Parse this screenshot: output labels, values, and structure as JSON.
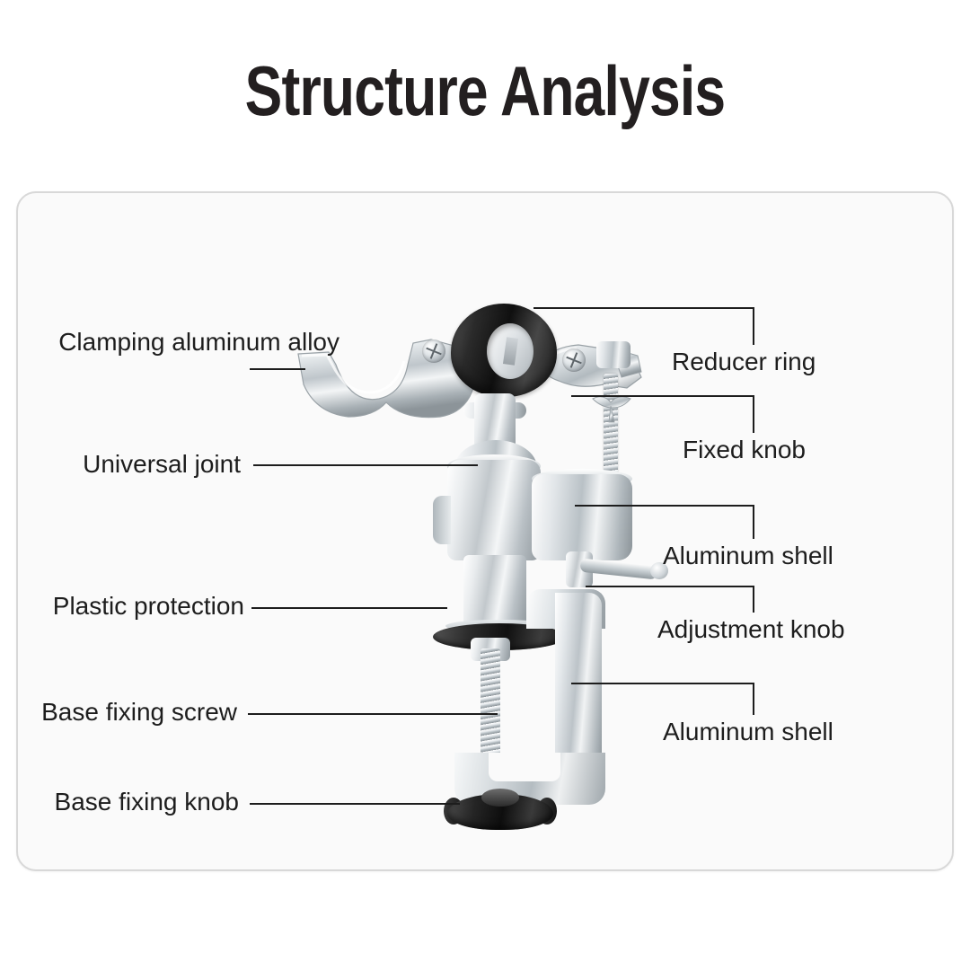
{
  "page": {
    "title": "Structure Analysis",
    "background_color": "#ffffff",
    "card_background": "#fafafa",
    "card_border_color": "#d8d8d8",
    "text_color": "#1d1d1d",
    "leader_line_color": "#1d1d1d"
  },
  "diagram": {
    "subject": "aluminum-swivel-bench-vise",
    "left_callouts": [
      {
        "id": "clamping-aluminum-alloy",
        "label": "Clamping aluminum alloy"
      },
      {
        "id": "universal-joint",
        "label": "Universal joint"
      },
      {
        "id": "plastic-protection",
        "label": "Plastic protection"
      },
      {
        "id": "base-fixing-screw",
        "label": "Base fixing screw"
      },
      {
        "id": "base-fixing-knob",
        "label": "Base fixing knob"
      }
    ],
    "right_callouts": [
      {
        "id": "reducer-ring",
        "label": "Reducer ring"
      },
      {
        "id": "fixed-knob",
        "label": "Fixed knob"
      },
      {
        "id": "aluminum-shell-1",
        "label": "Aluminum shell"
      },
      {
        "id": "adjustment-knob",
        "label": "Adjustment knob"
      },
      {
        "id": "aluminum-shell-2",
        "label": "Aluminum shell"
      }
    ],
    "parts": {
      "reducer_ring": "black-rubber-reducer-ring",
      "clamp_arm_left": "left-clamping-arm",
      "clamp_arm_right": "right-clamping-arm",
      "fixed_knob_rod": "threaded-fixed-knob-rod",
      "universal_joint": "ball-universal-joint",
      "aluminum_shell_upper": "upper-aluminum-shell",
      "aluminum_shell_side": "side-aluminum-shell",
      "adjustment_knob": "adjustment-knob-lever",
      "plastic_protection": "black-plastic-protection-ring",
      "base_fixing_screw": "threaded-base-fixing-screw",
      "c_clamp": "aluminum-c-clamp-body",
      "base_fixing_knob": "black-star-base-fixing-knob"
    }
  }
}
